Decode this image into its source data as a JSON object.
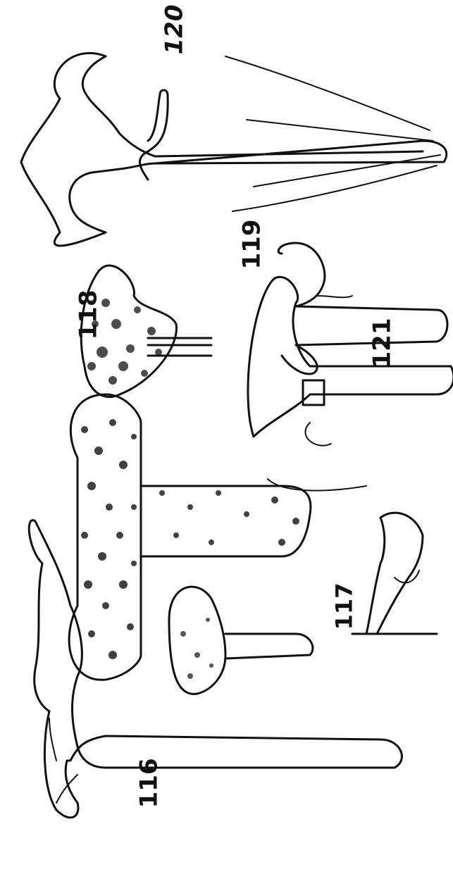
{
  "figure": {
    "labels": {
      "f116": "116",
      "f117": "117",
      "f118": "118",
      "f119": "119",
      "f120": "120",
      "f121": "121"
    }
  },
  "colors": {
    "ink": "#111111",
    "paper": "#ffffff"
  }
}
